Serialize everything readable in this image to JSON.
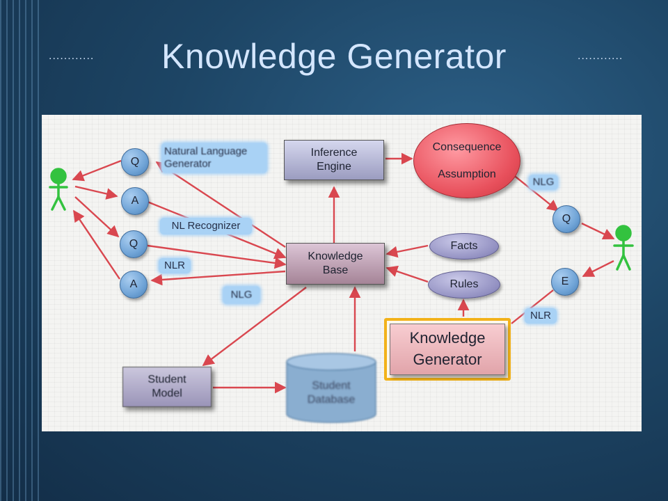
{
  "slide": {
    "title": "Knowledge Generator",
    "dots": "............"
  },
  "diagram": {
    "nodes": {
      "q_left_top": "Q",
      "a_left_1": "A",
      "q_left_2": "Q",
      "a_left_2": "A",
      "q_right": "Q",
      "e_right": "E",
      "inference_engine": "Inference Engine",
      "knowledge_base": "Knowledge Base",
      "facts": "Facts",
      "rules": "Rules",
      "consequence": "Consequence",
      "assumption": "Assumption",
      "student_model": "Student Model",
      "student_database": "Student Database",
      "knowledge_generator": "Knowledge Generator"
    },
    "labels": {
      "natural_language_generator": "Natural Language Generator",
      "nl_recognizer": "NL Recognizer",
      "nlr_left": "NLR",
      "nlg_left": "NLG",
      "nlg_right": "NLG",
      "nlr_right": "NLR"
    },
    "colors": {
      "arrow": "#d9474f",
      "person": "#33c23f",
      "highlight_border": "#f2b21a"
    }
  }
}
